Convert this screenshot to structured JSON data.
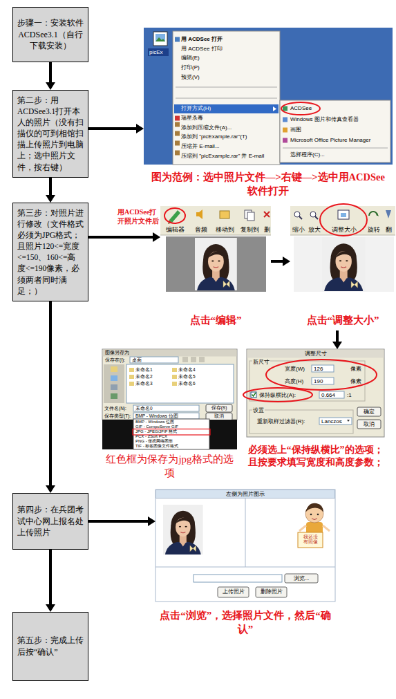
{
  "diagram": {
    "nodes": [
      {
        "text": [
          "步骤一：安装软件ACDSee3.1（自行下载安装）"
        ]
      },
      {
        "text": [
          "第二步：用ACDSee3.1打开本人的照片（没有扫描仪的可到相馆扫描上传照片到电脑上；选中照片文件，按右键）"
        ]
      },
      {
        "text": [
          "第三步：对照片进行修改（文件格式必须为JPG格式；且照片120<=宽度<=150、160<=高度<=190像素，必须两者同时满足；）"
        ]
      },
      {
        "text": [
          "第四步：在兵团考试中心网上报名处上传照片"
        ]
      },
      {
        "text": [
          "第五步：完成上传后按“确认”"
        ]
      },
      {
        "text": [
          "picEx",
          "用 ACDSee 打开",
          "用 ACDSee 打印",
          "编辑(E)",
          "打印(P)",
          "预览(V)",
          "打开方式(H)",
          "瑞星杀毒",
          "添加到压缩文件(A)...",
          "添加到 \"picExample.rar\"(T)",
          "压缩并 E-mail...",
          "压缩到 \"picExample.rar\" 并 E-mail",
          "ACDSee",
          "Windows 图片和传真查看器",
          "画图",
          "Microsoft Office Picture Manager",
          "选择程序(C)...",
          "图为范例：选中照片文件—>右键—>选中用ACDSee软件打开"
        ]
      },
      {
        "text": [
          "编辑器",
          "音频",
          "移动到",
          "复制到",
          "删",
          "点击“编辑”"
        ]
      },
      {
        "text": [
          "缩小",
          "放大",
          "调整大小",
          "旋转",
          "翻",
          "点击“调整大小”"
        ]
      },
      {
        "text": [
          "调整尺寸",
          "新尺寸",
          "宽度(W)",
          "126",
          "像素",
          "高度(H)",
          "190",
          "像素",
          "保持纵横比(A):",
          "0.664",
          ":1",
          "设置",
          "重新取样过滤器(R):",
          "Lanczos",
          "确定",
          "取消",
          "必须选上“保持纵横比”的选项；且按要求填写宽度和高度参数；"
        ]
      },
      {
        "text": [
          "图像另存为",
          "保存在(I):",
          "桌面",
          "未命名1",
          "未命名2",
          "未命名3",
          "未命名4",
          "未命名5",
          "未命名6",
          "文件名(N):",
          "未命名0",
          "保存(S)",
          "保存类型(T):",
          "BMP - Windows 位图",
          "取消",
          "BMP - Windows 位图",
          "GIF - CompuServe GIF",
          "JPG - JPEG/JFIF 格式",
          "PCX - ZSoft PCX",
          "PNG - 便携网络图形",
          "TIF - 标签图像文件格式",
          "红色框为保存为jpg格式的选项"
        ]
      },
      {
        "text": [
          "左侧为照片图示",
          "我还没有照像",
          "浏览...",
          "上传照片",
          "删除照片",
          "点击“浏览”，选择照片文件，然后“确认”"
        ]
      }
    ],
    "edges": [
      {
        "from": 0,
        "to": 1,
        "arrow": "to"
      },
      {
        "from": 1,
        "to": 2,
        "arrow": "to"
      },
      {
        "from": 2,
        "to": 3,
        "arrow": "to"
      },
      {
        "from": 3,
        "to": 4,
        "arrow": "to"
      },
      {
        "from": 1,
        "to": 5,
        "arrow": "to"
      },
      {
        "from": 2,
        "to": 6,
        "arrow": "to"
      },
      {
        "from": 6,
        "to": 7,
        "arrow": "to"
      },
      {
        "from": 7,
        "to": 8,
        "arrow": "to"
      },
      {
        "from": 3,
        "to": 10,
        "arrow": "to"
      }
    ],
    "labels": [
      "用ACDSee打开照片文件后"
    ]
  }
}
